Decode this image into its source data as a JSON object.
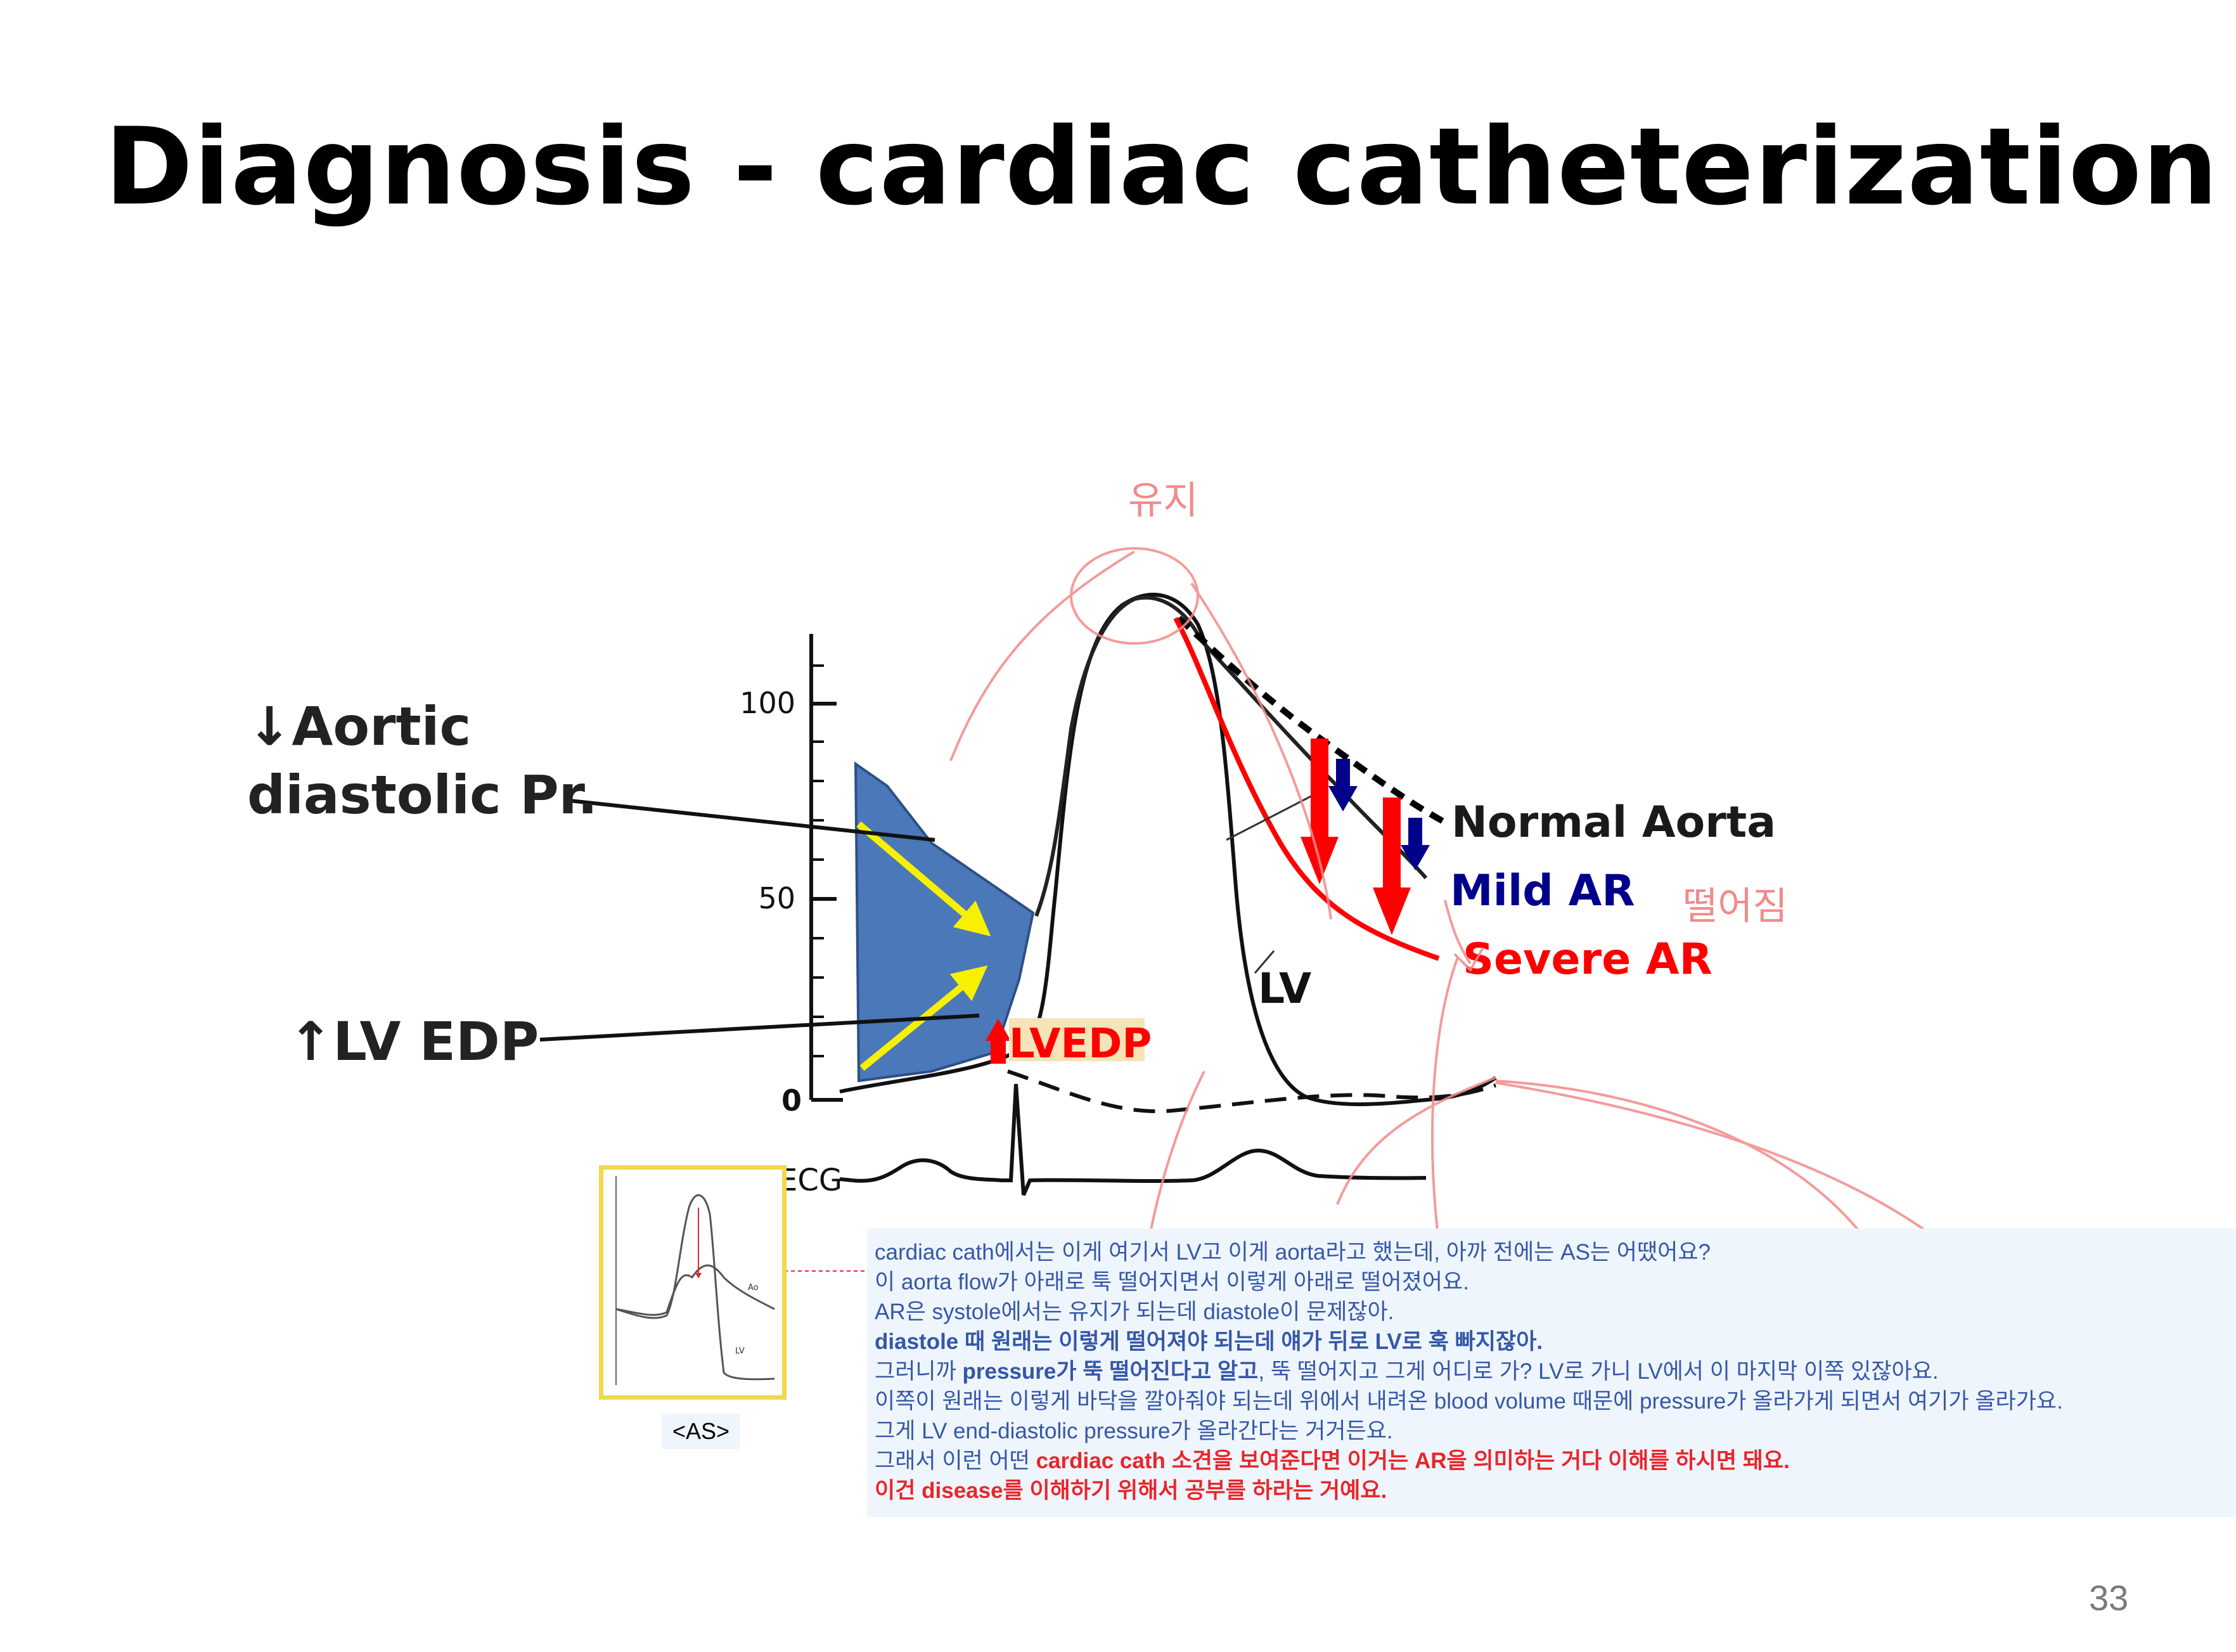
{
  "slide": {
    "title": "Diagnosis - cardiac catheterization",
    "page_number": "33"
  },
  "diagram": {
    "y_ticks": [
      "100",
      "50",
      "0"
    ],
    "ecg_label": "ECG",
    "label_aortic_line1": "↓Aortic",
    "label_aortic_line2": "diastolic Pr.",
    "label_lvedp_left": "↑LV EDP",
    "label_lvedp_box": "LVEDP",
    "label_lv": "LV",
    "label_normal_aorta": "Normal Aorta",
    "label_mild_ar": "Mild AR",
    "label_severe_ar": "Severe AR",
    "handwritten_top": "유지",
    "handwritten_right": "떨어짐",
    "colors": {
      "blue_fill": "#4a78b8",
      "yellow_arrow": "#f7f000",
      "red": "#ff0000",
      "dark_blue": "#00008b",
      "pink_handwriting": "#f28a8a"
    }
  },
  "inset": {
    "label": "<AS>",
    "mini_label_ao": "Ao",
    "mini_label_lv": "LV"
  },
  "notes": {
    "l1": "cardiac cath에서는 이게 여기서 LV고 이게 aorta라고 했는데, 아까 전에는 AS는 어땠어요?",
    "l2": "이 aorta flow가 아래로 툭 떨어지면서 이렇게 아래로 떨어졌어요.",
    "l3": "AR은 systole에서는 유지가 되는데 diastole이 문제잖아.",
    "l4": "diastole 때 원래는 이렇게 떨어져야 되는데 얘가 뒤로 LV로 훅 빠지잖아.",
    "l5a": "그러니까 ",
    "l5b": "pressure가 뚝 떨어진다고 알고",
    "l5c": ", 뚝 떨어지고 그게 어디로 가? LV로 가니 LV에서 이 마지막 이쪽 있잖아요.",
    "l6": "이쪽이 원래는 이렇게 바닥을 깔아줘야 되는데 위에서 내려온 blood volume 때문에 pressure가 올라가게 되면서 여기가 올라가요.",
    "l7": "그게 LV end-diastolic pressure가 올라간다는 거거든요.",
    "l8a": "그래서 이런 어떤 ",
    "l8b": "cardiac cath 소견을 보여준다면 이거는 AR을 의미하는 거다 이해를 하시면 돼요.",
    "l9": "이건 disease를 이해하기 위해서 공부를 하라는 거예요."
  }
}
